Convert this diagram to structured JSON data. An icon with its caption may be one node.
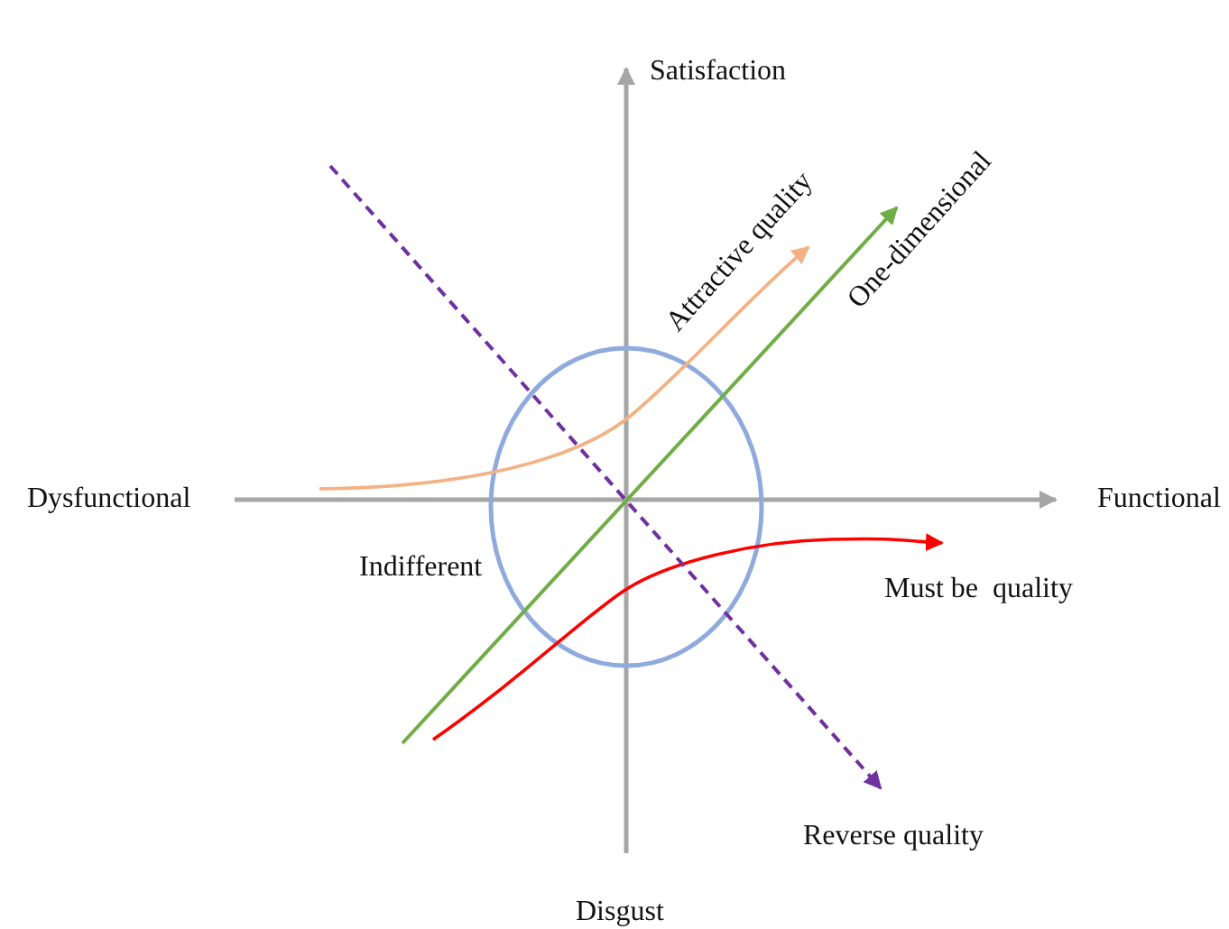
{
  "diagram": {
    "nodes": [
      {
        "text": [],
        "shape": "circle",
        "beside": [
          "Indifferent"
        ]
      }
    ],
    "labels": [
      "Satisfaction",
      "Attractive quality",
      "One-dimensional",
      "Dysfunctional",
      "Functional",
      "Must be  quality",
      "Reverse quality",
      "Disgust"
    ]
  }
}
